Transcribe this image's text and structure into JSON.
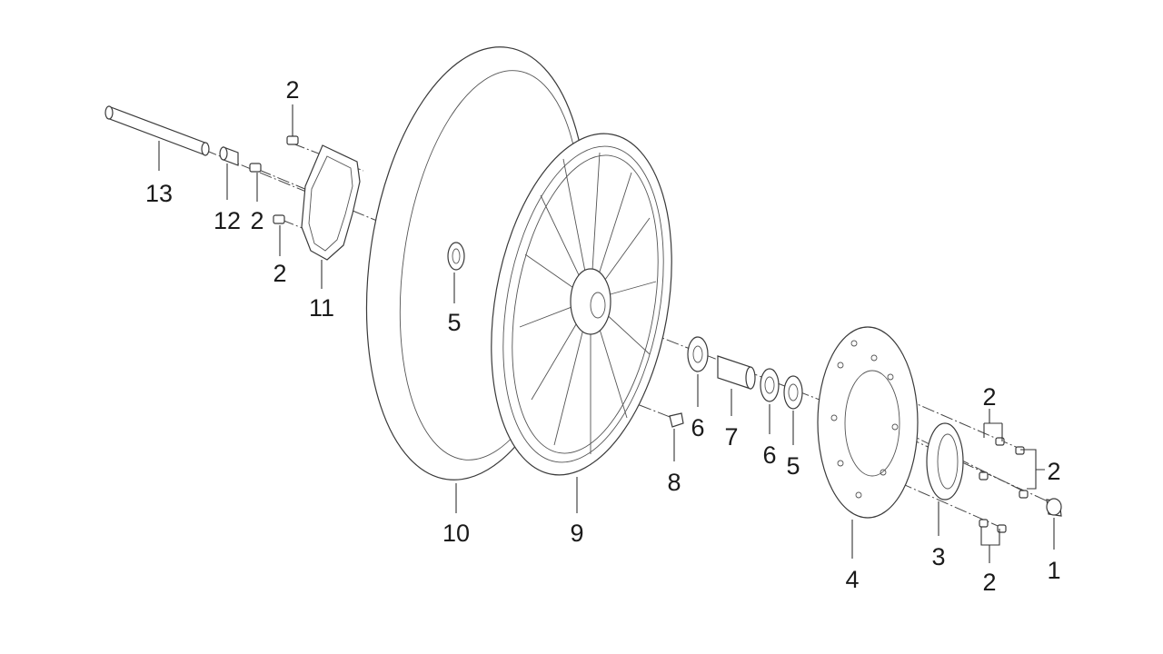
{
  "callouts": [
    {
      "id": "13",
      "text": "13"
    },
    {
      "id": "12",
      "text": "12"
    },
    {
      "id": "2a",
      "text": "2"
    },
    {
      "id": "2b",
      "text": "2"
    },
    {
      "id": "2c",
      "text": "2"
    },
    {
      "id": "11",
      "text": "11"
    },
    {
      "id": "5a",
      "text": "5"
    },
    {
      "id": "10",
      "text": "10"
    },
    {
      "id": "9",
      "text": "9"
    },
    {
      "id": "8",
      "text": "8"
    },
    {
      "id": "6a",
      "text": "6"
    },
    {
      "id": "7",
      "text": "7"
    },
    {
      "id": "6b",
      "text": "6"
    },
    {
      "id": "5b",
      "text": "5"
    },
    {
      "id": "4",
      "text": "4"
    },
    {
      "id": "3",
      "text": "3"
    },
    {
      "id": "2d",
      "text": "2"
    },
    {
      "id": "2e",
      "text": "2"
    },
    {
      "id": "2f",
      "text": "2"
    },
    {
      "id": "1",
      "text": "1"
    }
  ]
}
